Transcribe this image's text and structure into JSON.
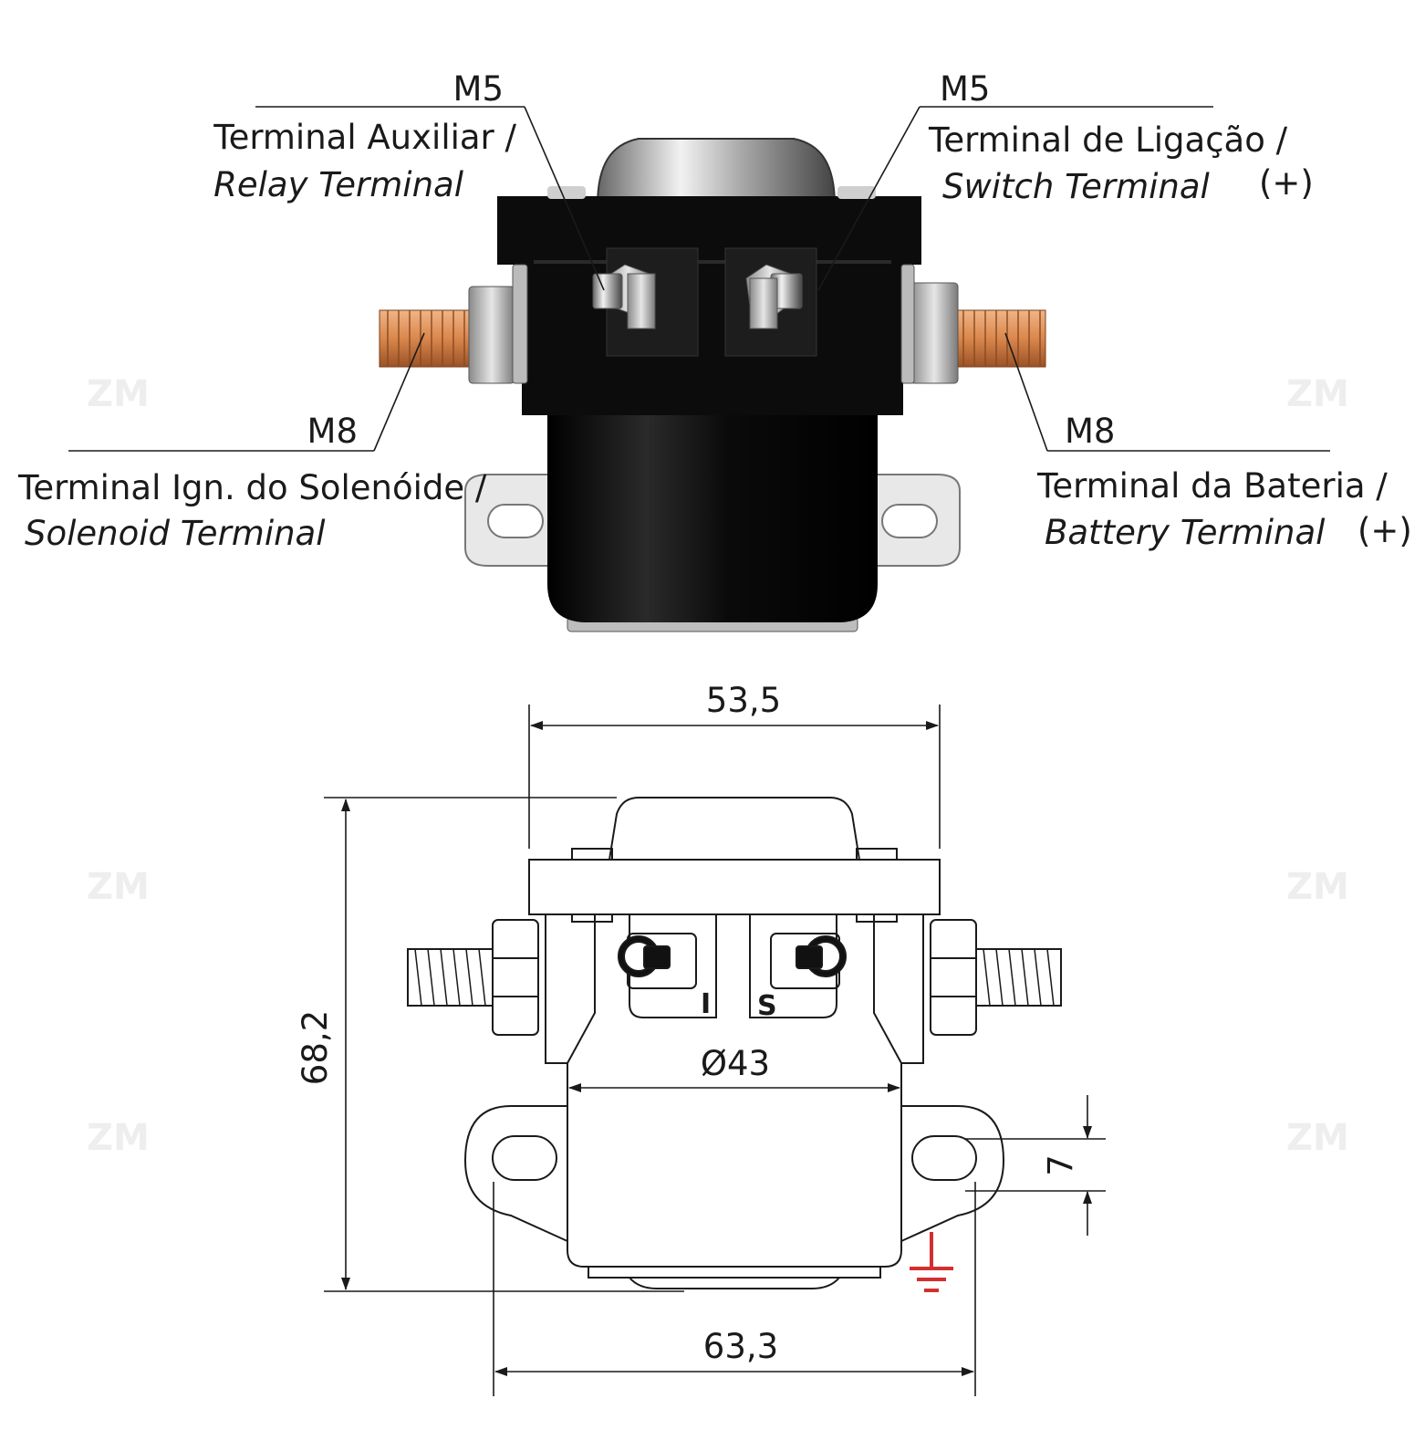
{
  "labels": {
    "relay": {
      "thread": "M5",
      "pt": "Terminal Auxiliar /",
      "en": "Relay Terminal"
    },
    "switch": {
      "thread": "M5",
      "pt": "Terminal de Ligação /",
      "en": "Switch Terminal",
      "polarity": "(+)"
    },
    "solenoid": {
      "thread": "M8",
      "pt": "Terminal Ign. do Solenóide /",
      "en": "Solenoid Terminal"
    },
    "battery": {
      "thread": "M8",
      "pt": "Terminal da Bateria /",
      "en": "Battery Terminal",
      "polarity": "(+)"
    }
  },
  "drawing": {
    "width": "53,5",
    "height": "68,2",
    "diameter": "Ø43",
    "hole": "7",
    "base_width": "63,3",
    "terminal_i": "I",
    "terminal_s": "S"
  },
  "watermark": "ZM",
  "colors": {
    "ground": "#d32f2f",
    "copper": "#d98a4e",
    "body": "#111111",
    "line": "#1a1a1a"
  }
}
